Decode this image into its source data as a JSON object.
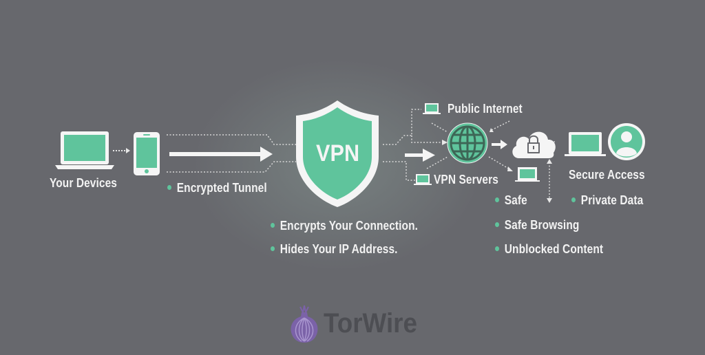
{
  "diagram": {
    "devices_label": "Your Devices",
    "tunnel_label": "Encrypted Tunnel",
    "shield_text": "VPN",
    "vpn_features": [
      "Encrypts Your Connection.",
      "Hides Your IP Address."
    ],
    "public_internet_label": "Public Internet",
    "vpn_servers_label": "VPN Servers",
    "secure_access_label": "Secure Access",
    "safe_label": "Safe",
    "private_data_label": "Private Data",
    "benefits": [
      "Safe Browsing",
      "Unblocked Content"
    ]
  },
  "brand": {
    "name": "TorWire"
  },
  "colors": {
    "background": "#67686d",
    "accent": "#5fc49c",
    "foreground": "#f5f5f5",
    "brand_purple": "#7b62a8"
  },
  "icons": [
    "laptop-icon",
    "smartphone-icon",
    "shield-icon",
    "globe-icon",
    "cloud-lock-icon",
    "user-avatar-icon",
    "onion-logo-icon"
  ]
}
